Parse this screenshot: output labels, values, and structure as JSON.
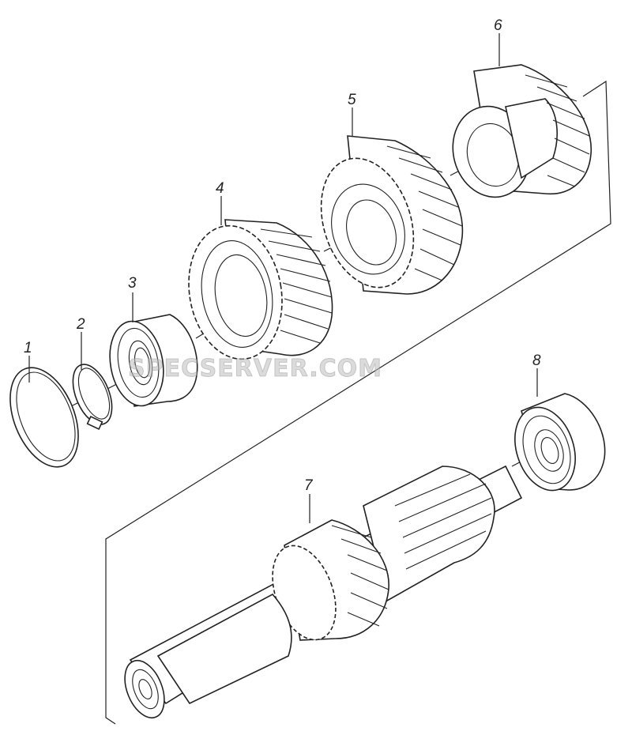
{
  "labels": {
    "p1": "1",
    "p2": "2",
    "p3": "3",
    "p4": "4",
    "p5": "5",
    "p6": "6",
    "p7": "7",
    "p8": "8"
  },
  "watermark": "SPECSERVER.COM",
  "colors": {
    "line": "#222222",
    "background": "#ffffff",
    "watermark": "#bebebe"
  }
}
